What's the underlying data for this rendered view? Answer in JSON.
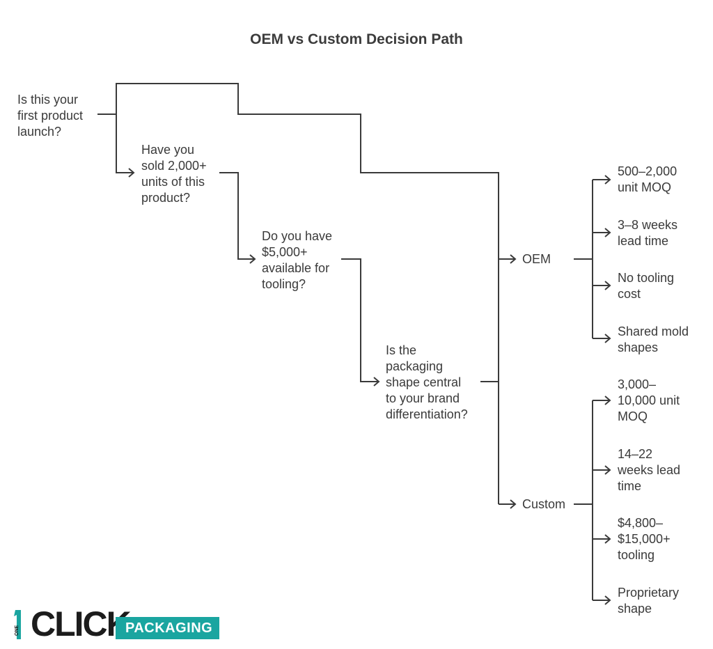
{
  "title": "OEM vs Custom Decision Path",
  "questions": {
    "q1": [
      "Is this your",
      "first product",
      "launch?"
    ],
    "q2": [
      "Have you",
      "sold 2,000+",
      "units of this",
      "product?"
    ],
    "q3": [
      "Do you have",
      "$5,000+",
      "available for",
      "tooling?"
    ],
    "q4": [
      "Is the",
      "packaging",
      "shape central",
      "to your brand",
      "differentiation?"
    ]
  },
  "outcomes": {
    "oem": "OEM",
    "custom": "Custom"
  },
  "oem_details": [
    [
      "500–2,000",
      "unit MOQ"
    ],
    [
      "3–8 weeks",
      "lead time"
    ],
    [
      "No tooling",
      "cost"
    ],
    [
      "Shared mold",
      "shapes"
    ]
  ],
  "custom_details": [
    [
      "3,000–",
      "10,000 unit",
      "MOQ"
    ],
    [
      "14–22",
      "weeks lead",
      "time"
    ],
    [
      "$4,800–",
      "$15,000+",
      "tooling"
    ],
    [
      "Proprietary",
      "shape"
    ]
  ],
  "logo": {
    "word": "CLICK",
    "badge": "PACKAGING",
    "one": "ONE",
    "colors": {
      "teal": "#1aa5a0",
      "dark": "#1c1c1c"
    }
  }
}
